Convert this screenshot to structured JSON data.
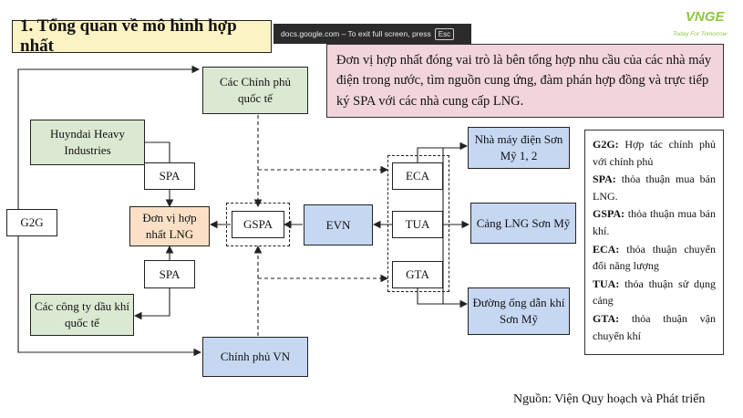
{
  "title": "1. Tổng quan về mô hình hợp nhất",
  "fullscreen_banner": {
    "text": "docs.google.com – To exit full screen, press",
    "key": "Esc"
  },
  "logo": {
    "name": "VNGE",
    "tagline": "Today For Tomorrow"
  },
  "description": "Đơn vị hợp nhất đóng vai trò là bên tổng hợp nhu cầu của các nhà máy điện trong nước, tìm nguồn cung ứng, đàm phán hợp đồng và trực tiếp ký SPA với các nhà cung cấp LNG.",
  "nodes": {
    "chinh_phu_quoc_te": "Các Chính phủ quốc tế",
    "huyndai": "Huyndai Heavy Industries",
    "spa_top": "SPA",
    "g2g": "G2G",
    "don_vi_hop_nhat": "Đơn vị hợp nhất LNG",
    "spa_bottom": "SPA",
    "cong_ty_dau_khi": "Các công ty dầu khí quốc tế",
    "chinh_phu_vn": "Chính phủ VN",
    "gspa": "GSPA",
    "evn": "EVN",
    "eca": "ECA",
    "tua": "TUA",
    "gta": "GTA",
    "nha_may_dien": "Nhà máy điện Sơn Mỹ 1, 2",
    "cang_lng": "Cảng LNG Sơn Mỹ",
    "duong_ong": "Đường ống dẫn khí Sơn Mỹ"
  },
  "legend": [
    {
      "term": "G2G:",
      "text": " Hợp tác chính phủ với chính phủ"
    },
    {
      "term": "SPA:",
      "text": " thỏa thuận mua bán LNG."
    },
    {
      "term": "GSPA:",
      "text": " thỏa thuận mua bán khí."
    },
    {
      "term": "ECA:",
      "text": " thỏa thuận chuyển đổi năng lượng"
    },
    {
      "term": "TUA:",
      "text": " thỏa thuận sử dụng cảng"
    },
    {
      "term": "GTA:",
      "text": " thỏa thuận vận chuyển khí"
    }
  ],
  "source": "Nguồn: Viện Quy hoạch và Phát triển",
  "colors": {
    "title_bg": "#fbf3c4",
    "green_box": "#dbe9d2",
    "blue_box": "#c6d7f2",
    "peach_box": "#fbe0c6",
    "desc_bg": "#f1d4dc",
    "logo_green": "#8dc63f"
  }
}
